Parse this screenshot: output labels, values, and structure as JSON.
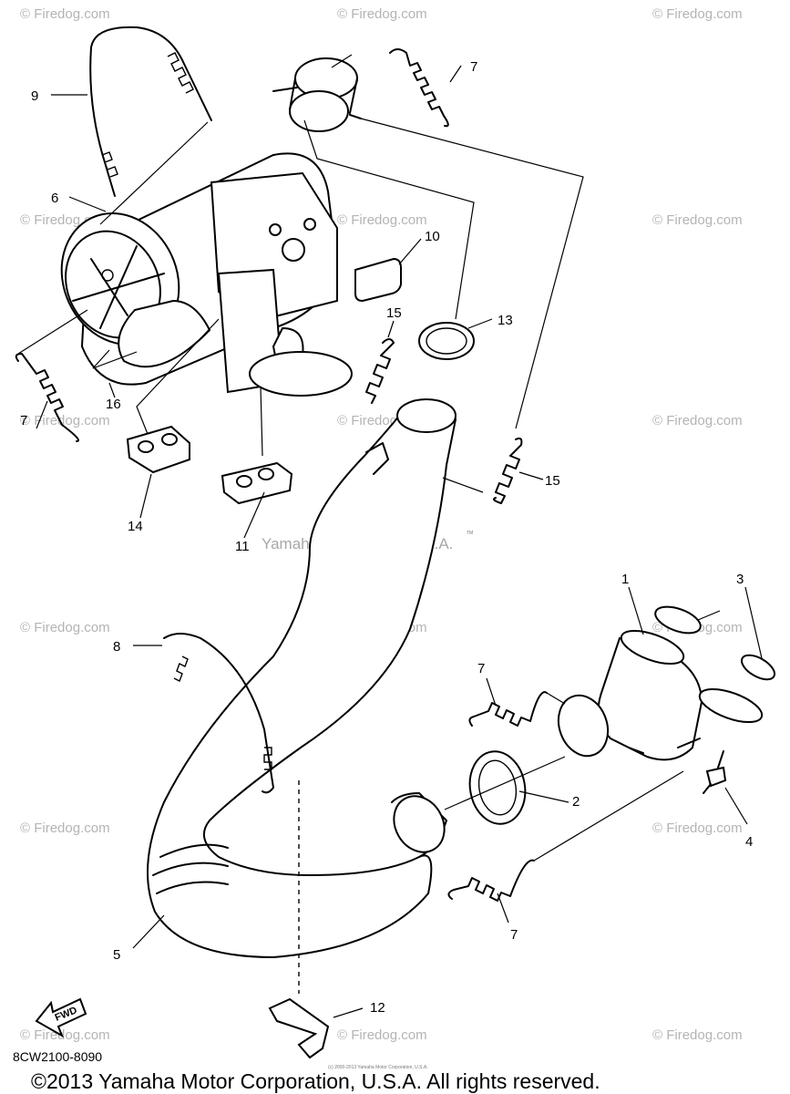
{
  "watermark": "© Firedog.com",
  "center_watermark": "Yamaha Motor Corp, U.S.A.",
  "center_watermark_mark": "TM",
  "fwd_label": "FWD",
  "diagram_code": "8CW2100-8090",
  "tiny_copyright": "(c) 2000-2013 Yamaha Motor Corporation, U.S.A.",
  "copyright": "©2013 Yamaha Motor Corporation, U.S.A. All rights reserved.",
  "callouts": {
    "c9": "9",
    "c7a": "7",
    "c6": "6",
    "c10": "10",
    "c13": "13",
    "c15a": "15",
    "c7b": "7",
    "c16": "16",
    "c15b": "15",
    "c14": "14",
    "c11": "11",
    "c1": "1",
    "c3": "3",
    "c8": "8",
    "c7c": "7",
    "c2": "2",
    "c4": "4",
    "c5": "5",
    "c7d": "7",
    "c12": "12"
  }
}
